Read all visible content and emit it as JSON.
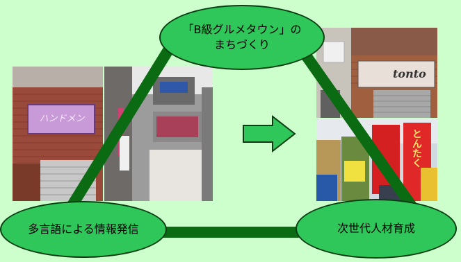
{
  "colors": {
    "background": "#ccffcc",
    "bubble_fill": "#2fc65a",
    "bubble_border": "#0b3d13",
    "triangle_line": "#0a6b12",
    "arrow_fill": "#2fc65a"
  },
  "nodes": {
    "top": {
      "label": "「B級グルメタウン」の\nまちづくり"
    },
    "left": {
      "label": "多言語による情報発信"
    },
    "right": {
      "label": "次世代人材育成"
    }
  },
  "photos": {
    "left_building_sign": {
      "text": "ハンドメン"
    },
    "right_shop_sign": {
      "text": "tonto"
    },
    "right_bottom_sign": {
      "text": "とんたく"
    }
  },
  "arrow": {
    "icon": "right-arrow-icon"
  }
}
